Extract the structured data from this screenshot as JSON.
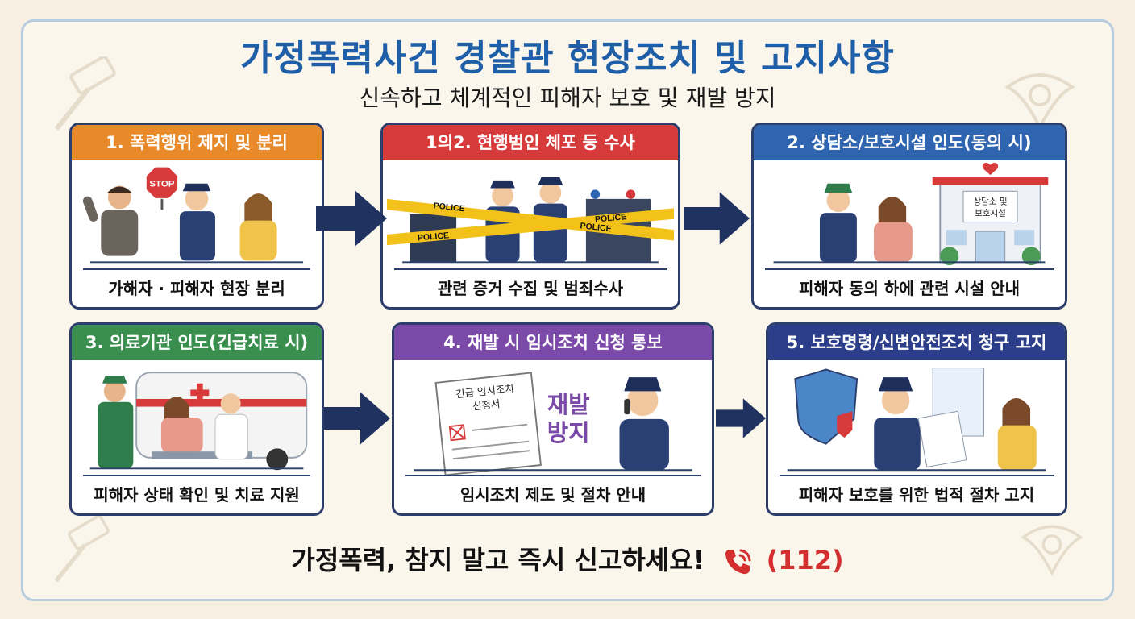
{
  "header": {
    "title": "가정폭력사건 경찰관 현장조치 및 고지사항",
    "subtitle": "신속하고 체계적인 피해자 보호 및 재발 방지"
  },
  "colors": {
    "title_blue": "#1f5fa8",
    "step1_orange": "#e8892a",
    "step1_2_red": "#d63a3a",
    "step2_blue": "#2f64b0",
    "step3_green": "#3a8f4e",
    "step4_purple": "#7b4aa8",
    "step5_navy": "#2c3e8a",
    "phone_red": "#d32f2f"
  },
  "cards": [
    {
      "heading": "1. 폭력행위 제지 및 분리",
      "caption": "가해자 · 피해자 현장 분리",
      "art_texts": {
        "stop_sign": "STOP"
      }
    },
    {
      "heading": "1의2. 현행범인 체포 등 수사",
      "caption": "관련 증거 수집 및 범죄수사",
      "art_texts": {
        "tape": "POLICE"
      }
    },
    {
      "heading": "2. 상담소/보호시설 인도(동의 시)",
      "caption": "피해자 동의 하에 관련 시설 안내",
      "art_texts": {
        "building_sign_line1": "상담소 및",
        "building_sign_line2": "보호시설"
      }
    },
    {
      "heading": "3. 의료기관 인도(긴급치료 시)",
      "caption": "피해자 상태 확인 및 치료 지원",
      "art_texts": {}
    },
    {
      "heading": "4. 재발 시 임시조치 신청 통보",
      "caption": "임시조치 제도 및 절차 안내",
      "art_texts": {
        "doc_line1": "긴급 임시조치",
        "doc_line2": "신청서",
        "stamp_line1": "재발",
        "stamp_line2": "방지"
      }
    },
    {
      "heading": "5. 보호명령/신변안전조치 청구 고지",
      "caption": "피해자 보호를 위한 법적 절차 고지"
    }
  ],
  "footer": {
    "message": "가정폭력, 참지 말고 즉시 신고하세요!",
    "phone": "(112)",
    "icon": "phone-icon"
  }
}
